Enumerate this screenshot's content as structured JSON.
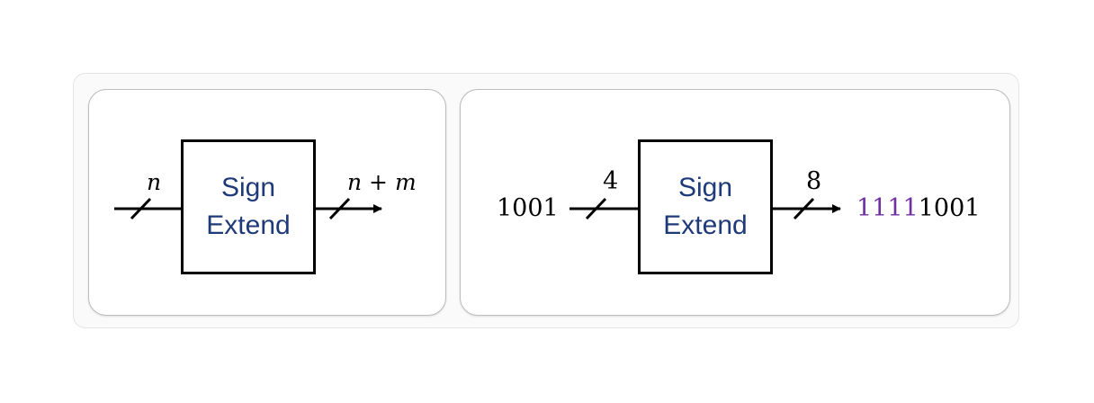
{
  "left_diagram": {
    "box_line1": "Sign",
    "box_line2": "Extend",
    "input_width": "n",
    "output_width": "n + m"
  },
  "right_diagram": {
    "input_value": "1001",
    "input_width": "4",
    "box_line1": "Sign",
    "box_line2": "Extend",
    "output_width": "8",
    "output_value_extension": "1111",
    "output_value_original": "1001"
  },
  "colors": {
    "box_text": "#1f3a78",
    "extension_bits": "#7030a0",
    "line": "#000000"
  }
}
